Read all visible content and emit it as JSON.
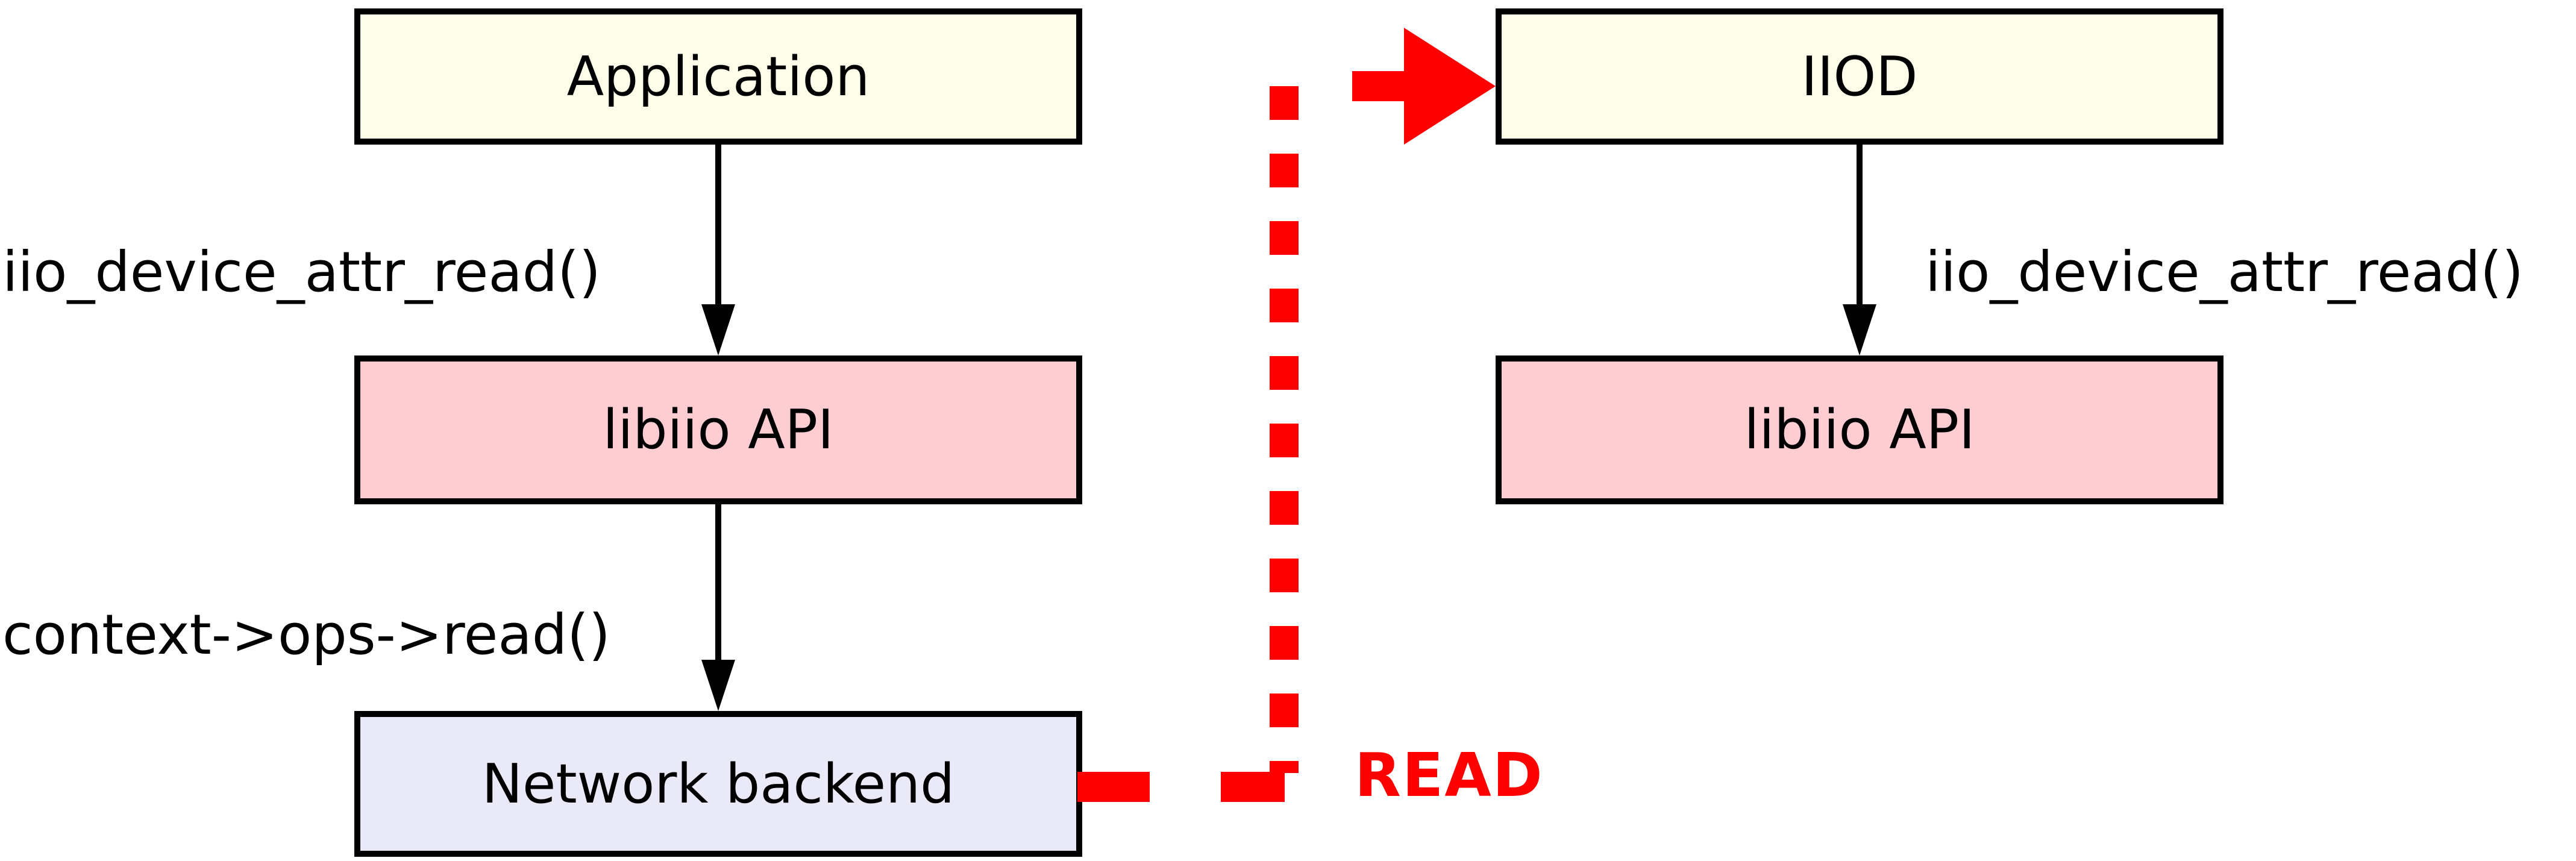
{
  "diagram": {
    "boxes": {
      "application": {
        "label": "Application"
      },
      "libiio_left": {
        "label": "libiio API"
      },
      "network": {
        "label": "Network backend"
      },
      "iiod": {
        "label": "IIOD"
      },
      "libiio_right": {
        "label": "libiio API"
      }
    },
    "annotations": {
      "left_call": "iio_device_attr_read()",
      "left_backend": "context->ops->read()",
      "right_call": "iio_device_attr_read()",
      "read": "READ"
    },
    "colors": {
      "box_yellow": "#fdfde9",
      "box_pink": "#fecdd2",
      "box_lavender": "#e9e9f8",
      "line_black": "#000000",
      "accent_red": "#ff0000",
      "canvas_bg": "#ffffff"
    }
  }
}
